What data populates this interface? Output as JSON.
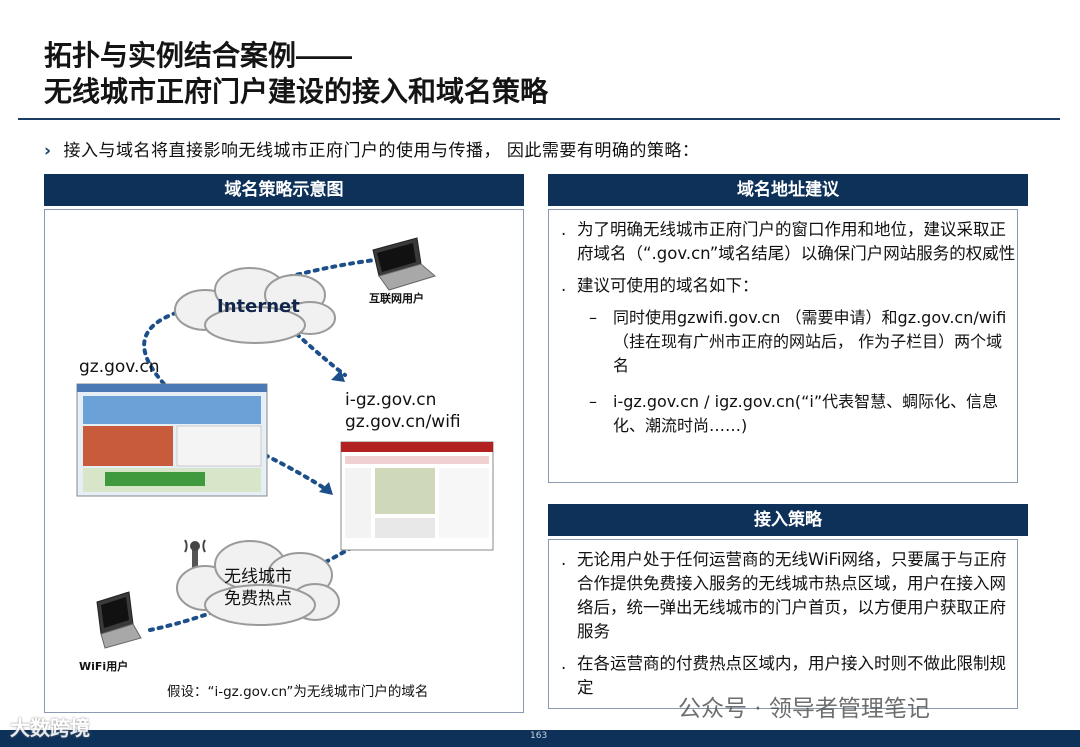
{
  "title": {
    "line1": "拓扑与实例结合案例——",
    "line2": "无线城市正府门户建设的接入和域名策略"
  },
  "intro": {
    "bullet": "›",
    "text": "接入与域名将直接影响无线城市正府门户的使用与传播，  因此需要有明确的策略："
  },
  "diagram": {
    "header": "域名策略示意图",
    "internet_label": "Internet",
    "internet_user_label": "互联网用户",
    "gz_domain": "gz.gov.cn",
    "i_gz_domain": "i-gz.gov.cn",
    "wifi_path": "gz.gov.cn/wifi",
    "hotspot_label_line1": "无线城市",
    "hotspot_label_line2": "免费热点",
    "wifi_user_label": "WiFi用户",
    "caption": "假设：“i-gz.gov.cn”为无线城市门户的域名"
  },
  "domain_advice": {
    "header": "域名地址建议",
    "bullet1": "为了明确无线城市正府门户的窗口作用和地位，建议采取正府域名（“.gov.cn”域名结尾）以确保门户网站服务的权威性",
    "bullet2": "建议可使用的域名如下：",
    "sub1": "同时使用gzwifi.gov.cn （需要申请）和gz.gov.cn/wifi（挂在现有广州市正府的网站后， 作为子栏目）两个域名",
    "sub2": "i-gz.gov.cn / igz.gov.cn(“i”代表智慧、蜩际化、信息化、潮流时尚……)"
  },
  "access_strategy": {
    "header": "接入策略",
    "bullet1": "无论用户处于任何运营商的无线WiFi网络，只要属于与正府合作提供免费接入服务的无线城市热点区域，用户在接入网络后，统一弹出无线城市的门户首页，以方便用户获取正府服务",
    "bullet2": "在各运营商的付费热点区域内，用户接入时则不做此限制规定"
  },
  "footer": {
    "page_number": "163",
    "watermark_left": "大数跨境",
    "watermark_right": "公众号 · 领导者管理笔记"
  },
  "colors": {
    "navy": "#0e3159",
    "dotted_line": "#1c4e8a"
  }
}
